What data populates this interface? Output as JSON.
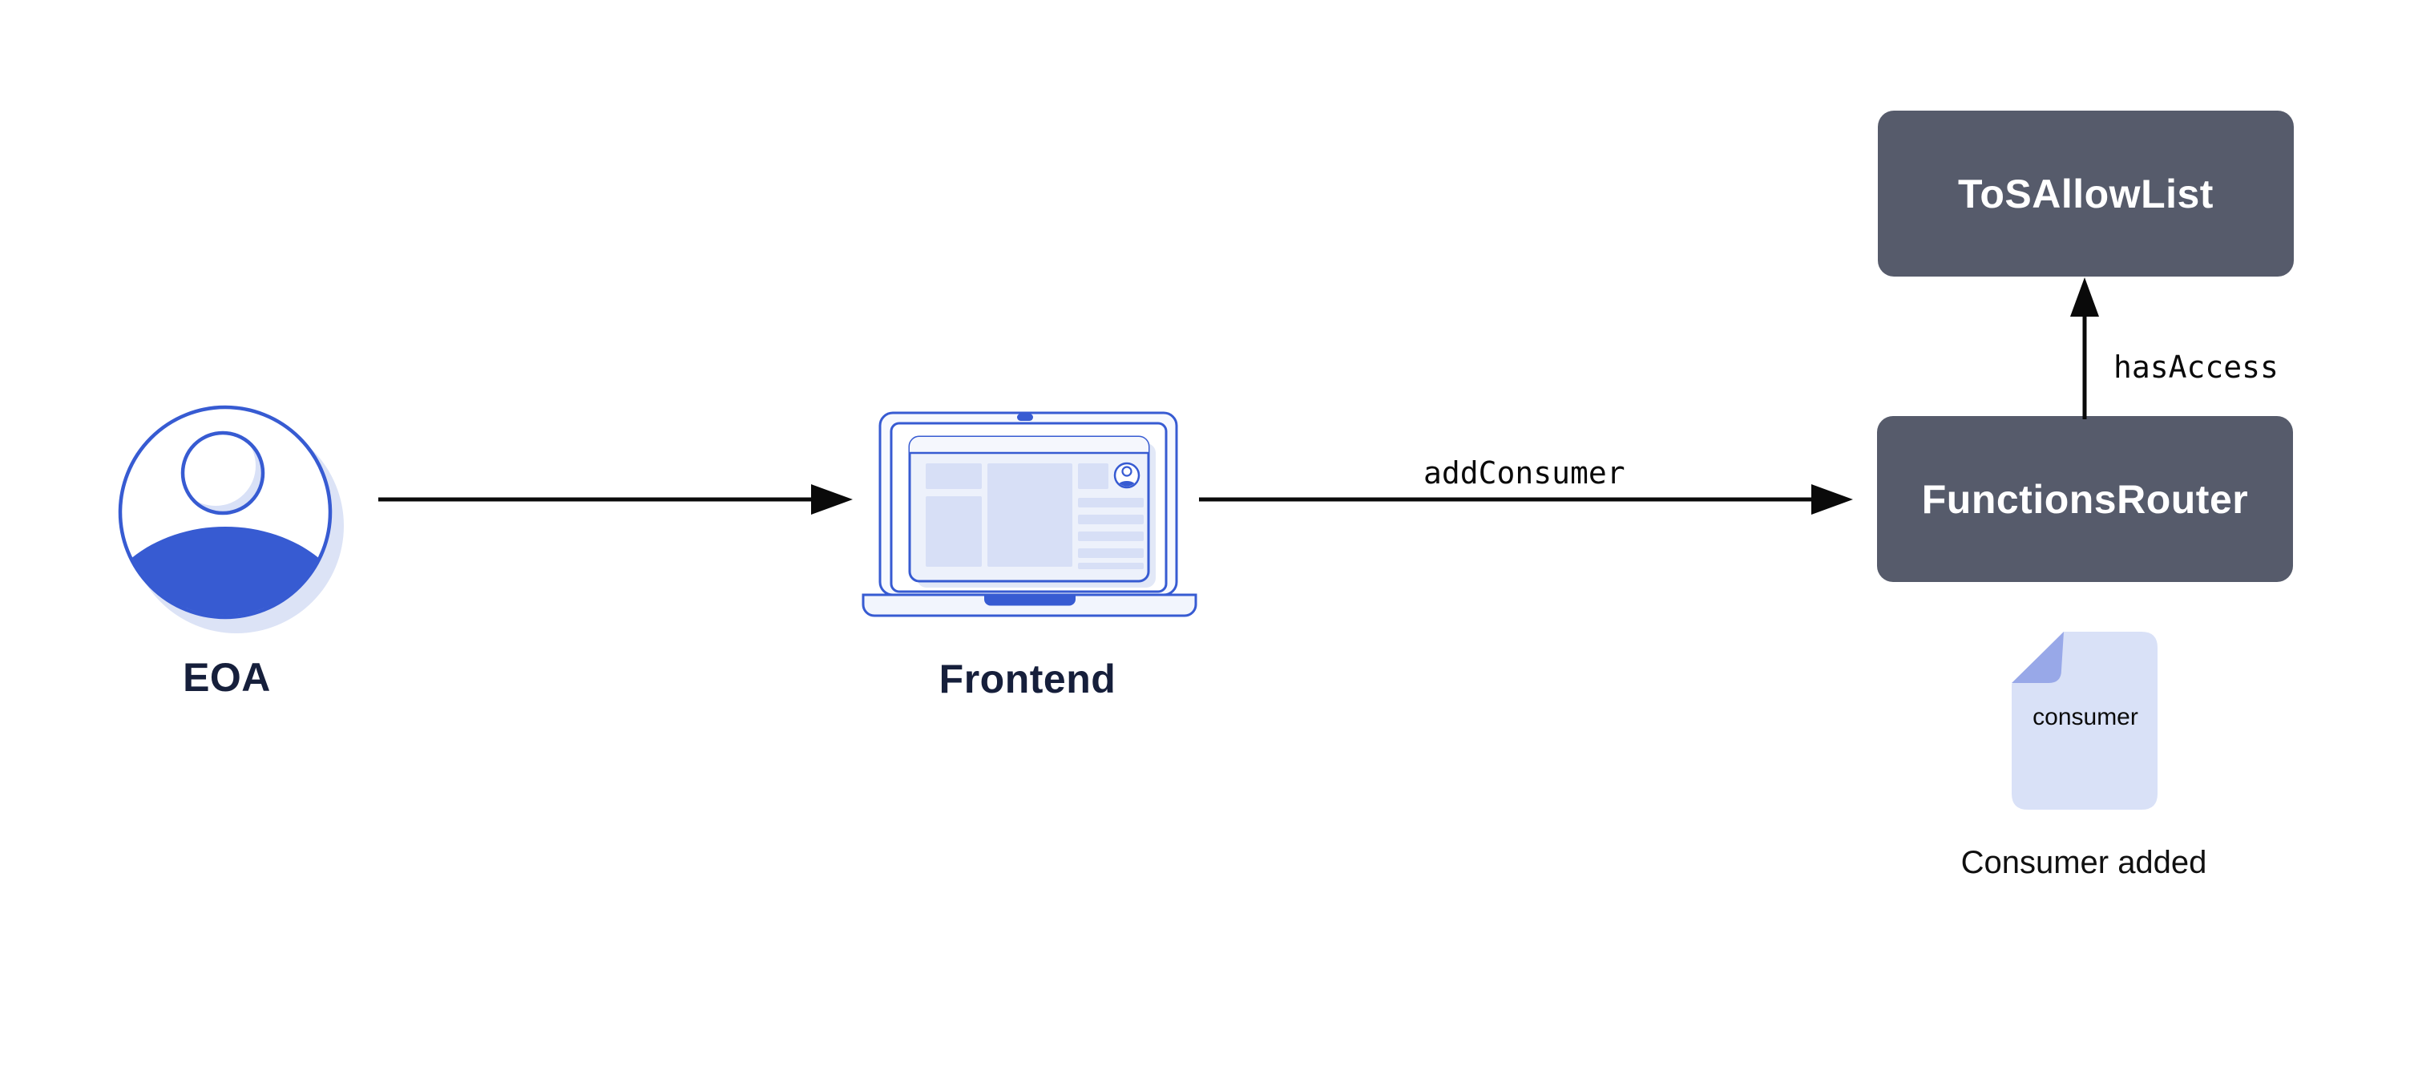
{
  "diagram": {
    "title": "",
    "nodes": {
      "eoa": {
        "label": "EOA",
        "icon": "user-avatar-icon"
      },
      "frontend": {
        "label": "Frontend",
        "icon": "laptop-icon"
      },
      "tos_allow_list": {
        "label": "ToSAllowList"
      },
      "functions_router": {
        "label": "FunctionsRouter"
      }
    },
    "edges": {
      "eoa_to_frontend": {
        "label": ""
      },
      "frontend_to_functions_router": {
        "label": "addConsumer"
      },
      "functions_router_to_tos_allow_list": {
        "label": "hasAccess"
      }
    },
    "artifacts": {
      "consumer_document": {
        "icon": "document-icon",
        "label": "consumer",
        "caption": "Consumer added"
      }
    },
    "colors": {
      "background": "#ffffff",
      "accent_blue": "#375BD2",
      "lavender_fill": "#D9E1F7",
      "lavender_light": "#EDF1FB",
      "shadow_lavender": "#DCE3F6",
      "fold_periwinkle": "#98A8E8",
      "contract_box": "#565B6B",
      "label_navy": "#161F3B",
      "arrow_black": "#0A0A0A",
      "box_text": "#ffffff"
    }
  }
}
